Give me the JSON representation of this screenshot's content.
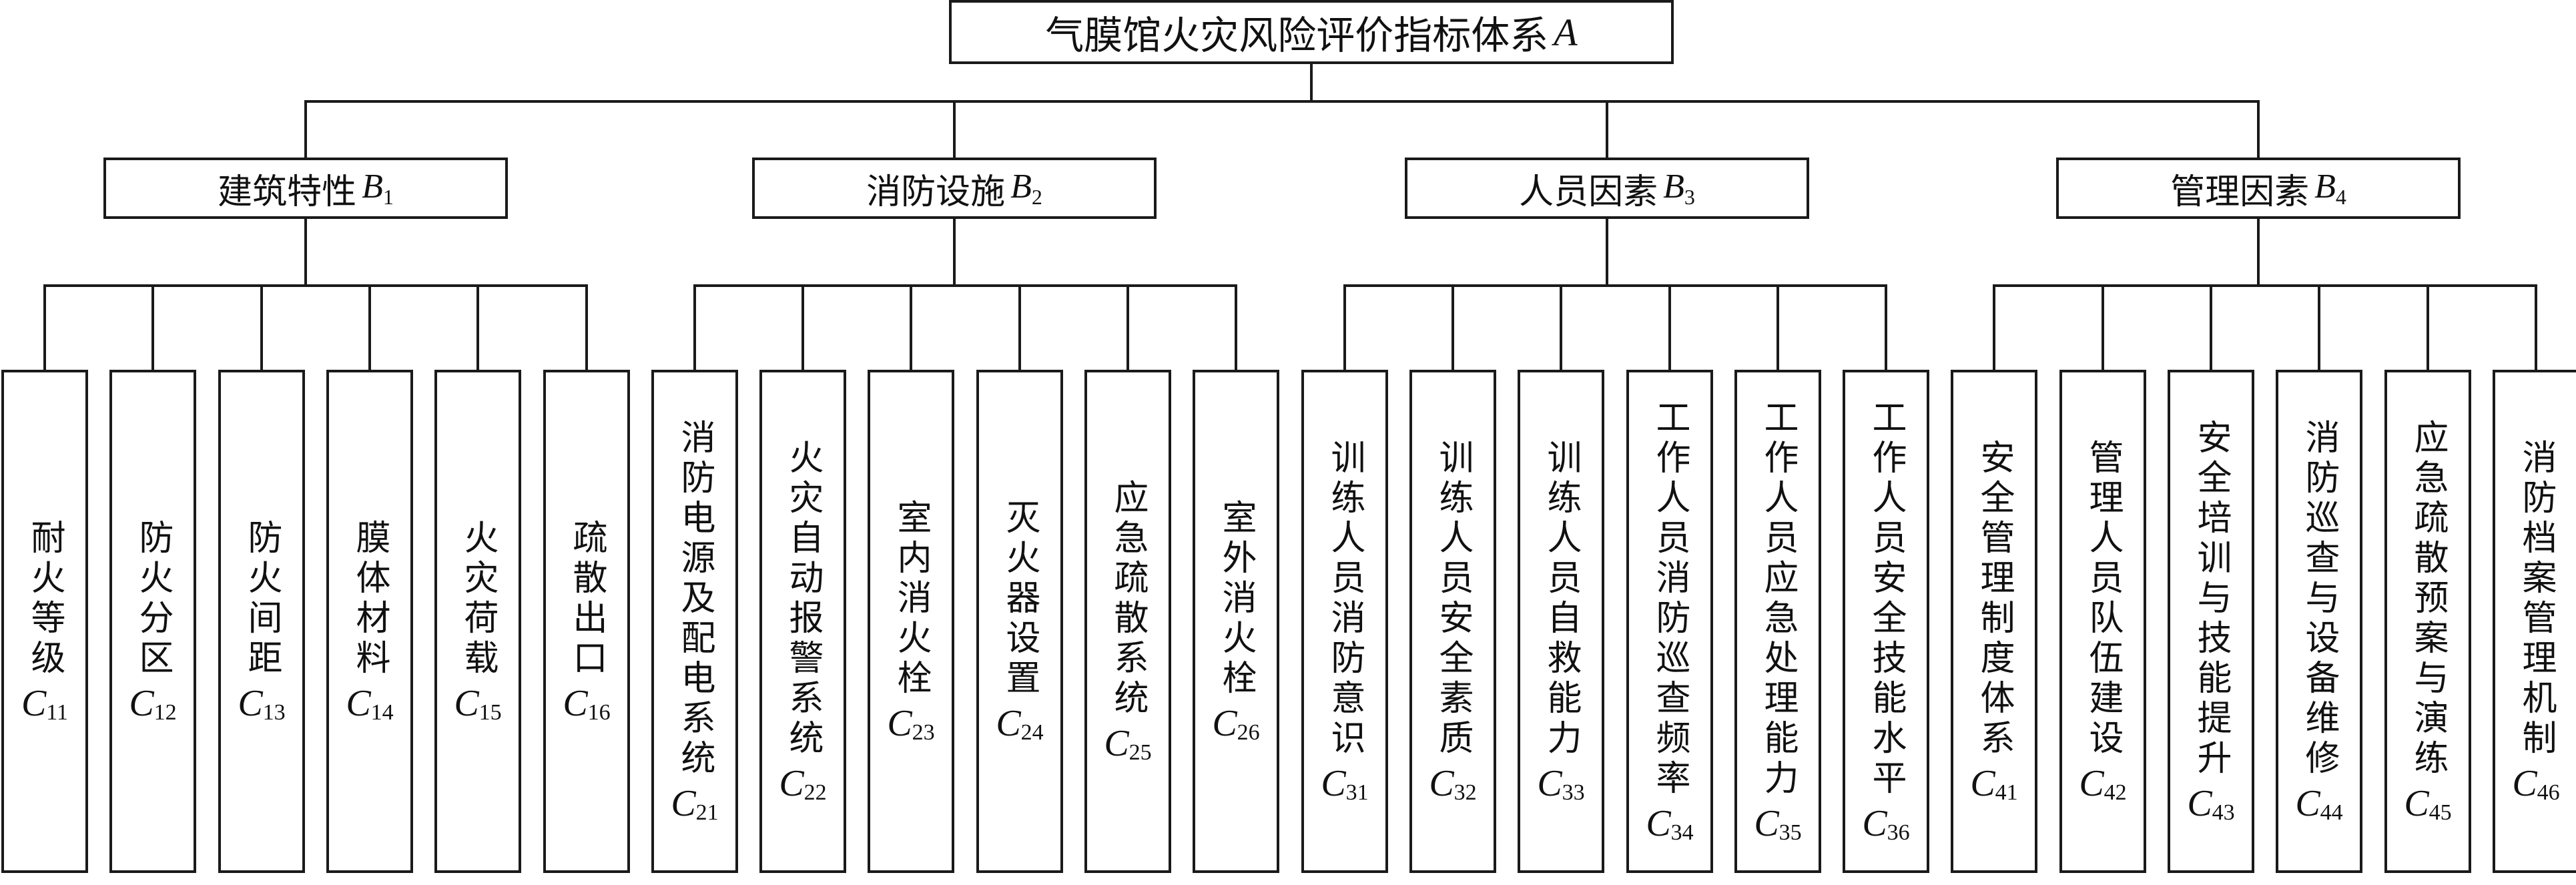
{
  "root": {
    "label": "气膜馆火灾风险评价指标体系",
    "symbol": "A"
  },
  "criteria": [
    {
      "label": "建筑特性",
      "symbol": "B",
      "sub": "1",
      "items": [
        {
          "label": "耐火等级",
          "symbol": "C",
          "sub": "11"
        },
        {
          "label": "防火分区",
          "symbol": "C",
          "sub": "12"
        },
        {
          "label": "防火间距",
          "symbol": "C",
          "sub": "13"
        },
        {
          "label": "膜体材料",
          "symbol": "C",
          "sub": "14"
        },
        {
          "label": "火灾荷载",
          "symbol": "C",
          "sub": "15"
        },
        {
          "label": "疏散出口",
          "symbol": "C",
          "sub": "16"
        }
      ]
    },
    {
      "label": "消防设施",
      "symbol": "B",
      "sub": "2",
      "items": [
        {
          "label": "消防电源及配电系统",
          "symbol": "C",
          "sub": "21"
        },
        {
          "label": "火灾自动报警系统",
          "symbol": "C",
          "sub": "22"
        },
        {
          "label": "室内消火栓",
          "symbol": "C",
          "sub": "23"
        },
        {
          "label": "灭火器设置",
          "symbol": "C",
          "sub": "24"
        },
        {
          "label": "应急疏散系统",
          "symbol": "C",
          "sub": "25"
        },
        {
          "label": "室外消火栓",
          "symbol": "C",
          "sub": "26"
        }
      ]
    },
    {
      "label": "人员因素",
      "symbol": "B",
      "sub": "3",
      "items": [
        {
          "label": "训练人员消防意识",
          "symbol": "C",
          "sub": "31"
        },
        {
          "label": "训练人员安全素质",
          "symbol": "C",
          "sub": "32"
        },
        {
          "label": "训练人员自救能力",
          "symbol": "C",
          "sub": "33"
        },
        {
          "label": "工作人员消防巡查频率",
          "symbol": "C",
          "sub": "34"
        },
        {
          "label": "工作人员应急处理能力",
          "symbol": "C",
          "sub": "35"
        },
        {
          "label": "工作人员安全技能水平",
          "symbol": "C",
          "sub": "36"
        }
      ]
    },
    {
      "label": "管理因素",
      "symbol": "B",
      "sub": "4",
      "items": [
        {
          "label": "安全管理制度体系",
          "symbol": "C",
          "sub": "41"
        },
        {
          "label": "管理人员队伍建设",
          "symbol": "C",
          "sub": "42"
        },
        {
          "label": "安全培训与技能提升",
          "symbol": "C",
          "sub": "43"
        },
        {
          "label": "消防巡查与设备维修",
          "symbol": "C",
          "sub": "44"
        },
        {
          "label": "应急疏散预案与演练",
          "symbol": "C",
          "sub": "45"
        },
        {
          "label": "消防档案管理机制",
          "symbol": "C",
          "sub": "46"
        }
      ]
    }
  ]
}
